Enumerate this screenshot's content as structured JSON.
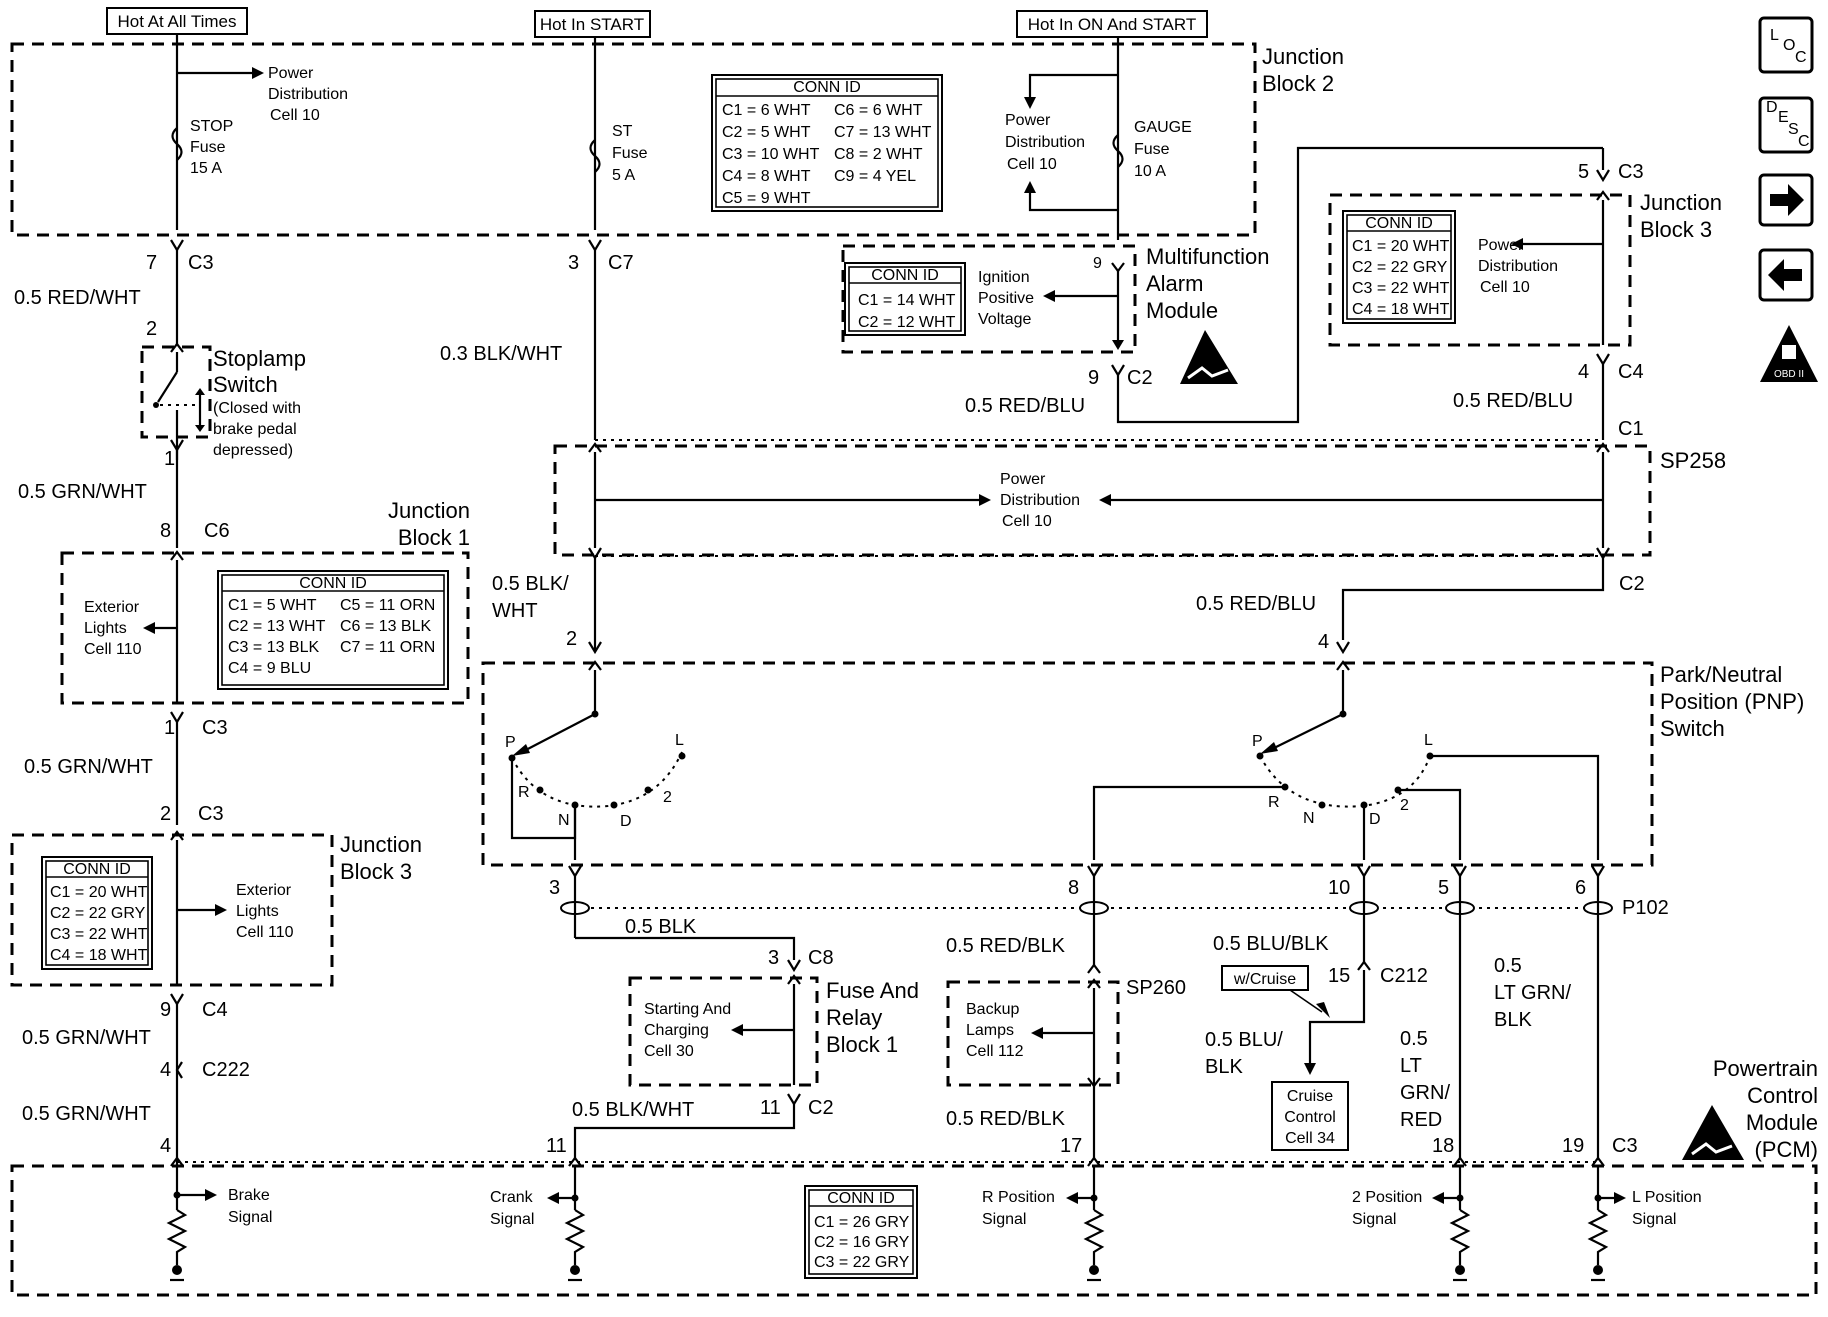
{
  "sources": {
    "hot_all": "Hot At All Times",
    "hot_start": "Hot In START",
    "hot_on_start": "Hot In ON And START"
  },
  "fuses": {
    "stop": [
      "STOP",
      "Fuse",
      "15 A"
    ],
    "st": [
      "ST",
      "Fuse",
      "5 A"
    ],
    "gauge": [
      "GAUGE",
      "Fuse",
      "10 A"
    ]
  },
  "power_dist_cell10": [
    "Power",
    "Distribution",
    "Cell 10"
  ],
  "exterior_lights_cell110": [
    "Exterior",
    "Lights",
    "Cell 110"
  ],
  "blocks": {
    "jb2": [
      "Junction",
      "Block 2"
    ],
    "jb1": [
      "Junction",
      "Block 1"
    ],
    "jb3a": [
      "Junction",
      "Block 3"
    ],
    "jb3b": [
      "Junction",
      "Block 3"
    ],
    "mfam": [
      "Multifunction",
      "Alarm",
      "Module"
    ],
    "sp258": "SP258",
    "sp260": "SP260",
    "pnp": [
      "Park/Neutral",
      "Position (PNP)",
      "Switch"
    ],
    "frb1": [
      "Fuse And",
      "Relay",
      "Block 1"
    ],
    "pcm": [
      "Powertrain",
      "Control",
      "Module",
      "(PCM)"
    ],
    "stoplamp": [
      "Stoplamp",
      "Switch",
      "(Closed with",
      "brake pedal",
      "depressed)"
    ]
  },
  "conn_tables": {
    "jb2": {
      "title": "CONN ID",
      "rows": [
        [
          "C1 = 6 WHT",
          "C6 = 6 WHT"
        ],
        [
          "C2 = 5 WHT",
          "C7 = 13 WHT"
        ],
        [
          "C3 = 10 WHT",
          "C8 = 2 WHT"
        ],
        [
          "C4 = 8 WHT",
          "C9 = 4 YEL"
        ],
        [
          "C5 = 9 WHT",
          ""
        ]
      ]
    },
    "mfam": {
      "title": "CONN ID",
      "rows": [
        [
          "C1 = 14 WHT"
        ],
        [
          "C2 = 12 WHT"
        ]
      ]
    },
    "jb3r": {
      "title": "CONN ID",
      "rows": [
        [
          "C1 = 20 WHT"
        ],
        [
          "C2 = 22 GRY"
        ],
        [
          "C3 = 22 WHT"
        ],
        [
          "C4 = 18 WHT"
        ]
      ]
    },
    "jb1": {
      "title": "CONN ID",
      "rows": [
        [
          "C1 = 5 WHT",
          "C5 = 11 ORN"
        ],
        [
          "C2 = 13 WHT",
          "C6 = 13 BLK"
        ],
        [
          "C3 = 13 BLK",
          "C7 = 11 ORN"
        ],
        [
          "C4 = 9 BLU",
          ""
        ]
      ]
    },
    "jb3l": {
      "title": "CONN ID",
      "rows": [
        [
          "C1 = 20 WHT"
        ],
        [
          "C2 = 22 GRY"
        ],
        [
          "C3 = 22 WHT"
        ],
        [
          "C4 = 18 WHT"
        ]
      ]
    },
    "pcm": {
      "title": "CONN ID",
      "rows": [
        [
          "C1 = 26 GRY"
        ],
        [
          "C2 = 16 GRY"
        ],
        [
          "C3 = 22 GRY"
        ]
      ]
    }
  },
  "ignition_positive": [
    "Ignition",
    "Positive",
    "Voltage"
  ],
  "starting_charging": [
    "Starting And",
    "Charging",
    "Cell 30"
  ],
  "backup_lamps": [
    "Backup",
    "Lamps",
    "Cell 112"
  ],
  "cruise_cell": [
    "Cruise",
    "Control",
    "Cell 34"
  ],
  "w_cruise": "w/Cruise",
  "signals": {
    "brake": [
      "Brake",
      "Signal"
    ],
    "crank": [
      "Crank",
      "Signal"
    ],
    "r_pos": [
      "R Position",
      "Signal"
    ],
    "two_pos": [
      "2 Position",
      "Signal"
    ],
    "l_pos": [
      "L Position",
      "Signal"
    ]
  },
  "wires": {
    "red_wht": "0.5 RED/WHT",
    "grn_wht1": "0.5 GRN/WHT",
    "grn_wht2": "0.5 GRN/WHT",
    "grn_wht3": "0.5 GRN/WHT",
    "grn_wht4": "0.5 GRN/WHT",
    "blk_wht03": "0.3 BLK/WHT",
    "blk_wht05": [
      "0.5 BLK/",
      "WHT"
    ],
    "red_blu1": "0.5 RED/BLU",
    "red_blu2": "0.5 RED/BLU",
    "red_blu3": "0.5 RED/BLU",
    "blk": "0.5 BLK",
    "blk_wht_c2": "0.5 BLK/WHT",
    "red_blk1": "0.5 RED/BLK",
    "red_blk2": "0.5 RED/BLK",
    "blu_blk1": "0.5 BLU/BLK",
    "blu_blk2": [
      "0.5 BLU/",
      "BLK"
    ],
    "lt_grn_red": [
      "0.5",
      "LT",
      "GRN/",
      "RED"
    ],
    "lt_grn_blk": [
      "0.5",
      "LT GRN/",
      "BLK"
    ]
  },
  "pins": {
    "p7": "7",
    "c3a": "C3",
    "p2a": "2",
    "p1a": "1",
    "p8": "8",
    "c6": "C6",
    "p1b": "1",
    "c3b": "C3",
    "p2b": "2",
    "c3c": "C3",
    "p9a": "9",
    "c4a": "C4",
    "p4a": "4",
    "c222": "C222",
    "p4b": "4",
    "p3a": "3",
    "c7": "C7",
    "p2c": "2",
    "p9b": "9",
    "c2a": "C2",
    "p9c": "9",
    "p5": "5",
    "c3d": "C3",
    "p4c": "4",
    "c4b": "C4",
    "c1": "C1",
    "c2b": "C2",
    "p4d": "4",
    "p3b": "3",
    "p8b": "8",
    "p10": "10",
    "p5b": "5",
    "p6": "6",
    "p102": "P102",
    "p3c": "3",
    "c8": "C8",
    "p11a": "11",
    "c2c": "C2",
    "p11b": "11",
    "p15": "15",
    "c212": "C212",
    "p17": "17",
    "p18": "18",
    "p19": "19",
    "c3e": "C3"
  },
  "pnp_positions": {
    "p": "P",
    "r": "R",
    "n": "N",
    "d": "D",
    "two": "2",
    "l": "L"
  },
  "nav": {
    "loc": [
      "L",
      "O",
      "C"
    ],
    "desc": [
      "D",
      "E",
      "S",
      "C"
    ],
    "next": "→",
    "prev": "←",
    "obd": "OBD II"
  }
}
